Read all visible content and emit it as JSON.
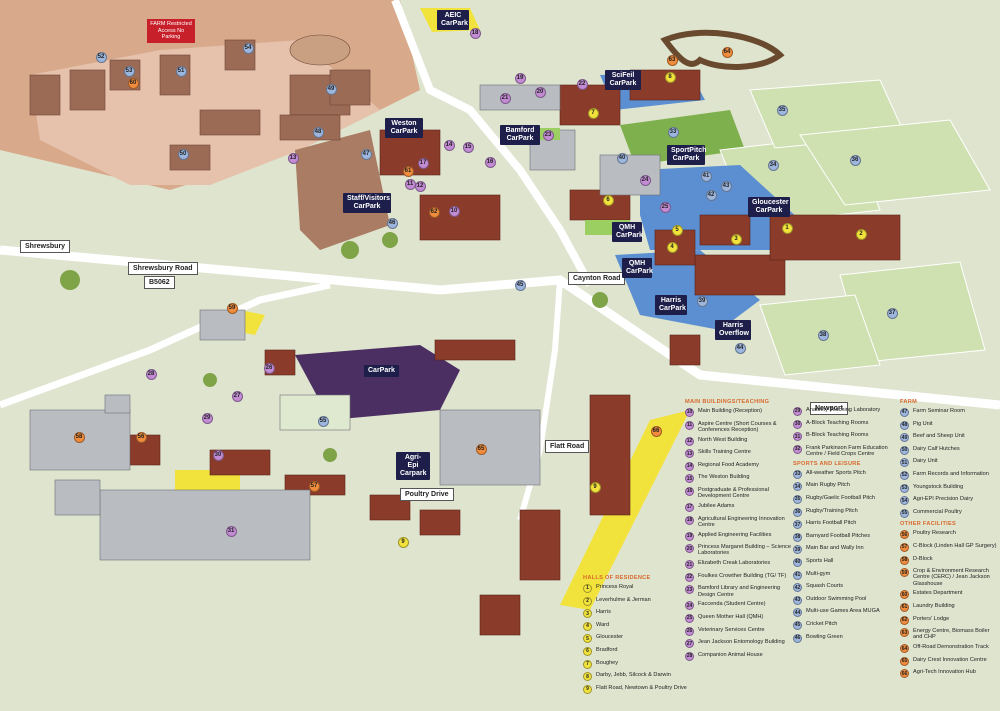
{
  "map": {
    "farm_sign": "FARM Restricted Access No Parking",
    "road_labels": {
      "shrewsbury": "Shrewsbury",
      "shrewsbury_road": "Shrewsbury Road",
      "b5062": "B5062",
      "caynton_road": "Caynton Road",
      "newport": "Newport",
      "flatt_road": "Flatt Road",
      "poultry_drive": "Poultry Drive"
    },
    "carparks": {
      "aeic": "AEIC CarPark",
      "scifeil": "SciFeil CarPark",
      "weston": "Weston CarPark",
      "bamford": "Bamford CarPark",
      "staff_visitors": "Staff/Visitors CarPark",
      "sportpitch": "SportPitch CarPark",
      "gloucester": "Gloucester CarPark",
      "qmh1": "QMH CarPark",
      "qmh2": "QMH CarPark",
      "harris": "Harris CarPark",
      "harris_overflow": "Harris Overflow",
      "carpark": "CarPark",
      "agri_epi": "Agri-Epi Carpark"
    },
    "markers": [
      {
        "n": "18",
        "c": "purple"
      },
      {
        "n": "19",
        "c": "purple"
      },
      {
        "n": "20",
        "c": "purple"
      },
      {
        "n": "21",
        "c": "purple"
      },
      {
        "n": "22",
        "c": "purple"
      },
      {
        "n": "7",
        "c": "yellow"
      },
      {
        "n": "8",
        "c": "yellow"
      },
      {
        "n": "63",
        "c": "orange"
      },
      {
        "n": "64",
        "c": "orange"
      },
      {
        "n": "52",
        "c": "blue"
      },
      {
        "n": "53",
        "c": "blue"
      },
      {
        "n": "51",
        "c": "blue"
      },
      {
        "n": "54",
        "c": "blue"
      },
      {
        "n": "49",
        "c": "blue"
      },
      {
        "n": "48",
        "c": "blue"
      },
      {
        "n": "50",
        "c": "blue"
      },
      {
        "n": "47",
        "c": "blue"
      },
      {
        "n": "60",
        "c": "orange"
      },
      {
        "n": "13",
        "c": "purple"
      },
      {
        "n": "14",
        "c": "purple"
      },
      {
        "n": "15",
        "c": "purple"
      },
      {
        "n": "16",
        "c": "purple"
      },
      {
        "n": "17",
        "c": "purple"
      },
      {
        "n": "12",
        "c": "purple"
      },
      {
        "n": "11",
        "c": "purple"
      },
      {
        "n": "10",
        "c": "purple"
      },
      {
        "n": "61",
        "c": "orange"
      },
      {
        "n": "62",
        "c": "orange"
      },
      {
        "n": "23",
        "c": "purple"
      },
      {
        "n": "40",
        "c": "blue"
      },
      {
        "n": "24",
        "c": "purple"
      },
      {
        "n": "25",
        "c": "purple"
      },
      {
        "n": "41",
        "c": "blue"
      },
      {
        "n": "42",
        "c": "blue"
      },
      {
        "n": "43",
        "c": "blue"
      },
      {
        "n": "6",
        "c": "yellow"
      },
      {
        "n": "5",
        "c": "yellow"
      },
      {
        "n": "4",
        "c": "yellow"
      },
      {
        "n": "3",
        "c": "yellow"
      },
      {
        "n": "1",
        "c": "yellow"
      },
      {
        "n": "2",
        "c": "yellow"
      },
      {
        "n": "33",
        "c": "blue"
      },
      {
        "n": "34",
        "c": "blue"
      },
      {
        "n": "35",
        "c": "blue"
      },
      {
        "n": "36",
        "c": "blue"
      },
      {
        "n": "37",
        "c": "blue"
      },
      {
        "n": "38",
        "c": "blue"
      },
      {
        "n": "39",
        "c": "blue"
      },
      {
        "n": "44",
        "c": "blue"
      },
      {
        "n": "45",
        "c": "blue"
      },
      {
        "n": "46",
        "c": "blue"
      },
      {
        "n": "59",
        "c": "orange"
      },
      {
        "n": "26",
        "c": "purple"
      },
      {
        "n": "28",
        "c": "purple"
      },
      {
        "n": "27",
        "c": "purple"
      },
      {
        "n": "29",
        "c": "purple"
      },
      {
        "n": "58",
        "c": "orange"
      },
      {
        "n": "56",
        "c": "orange"
      },
      {
        "n": "30",
        "c": "purple"
      },
      {
        "n": "57",
        "c": "orange"
      },
      {
        "n": "31",
        "c": "purple"
      },
      {
        "n": "55",
        "c": "blue"
      },
      {
        "n": "65",
        "c": "orange"
      },
      {
        "n": "66",
        "c": "orange"
      },
      {
        "n": "9",
        "c": "yellow"
      },
      {
        "n": "9",
        "c": "yellow"
      },
      {
        "n": "9",
        "c": "yellow"
      }
    ]
  },
  "legend": {
    "halls_title": "HALLS OF RESIDENCE",
    "halls": [
      {
        "n": "1",
        "t": "Princess Royal"
      },
      {
        "n": "2",
        "t": "Leverhulme & Jerman"
      },
      {
        "n": "3",
        "t": "Harris"
      },
      {
        "n": "4",
        "t": "Ward"
      },
      {
        "n": "5",
        "t": "Gloucester"
      },
      {
        "n": "6",
        "t": "Bradford"
      },
      {
        "n": "7",
        "t": "Boughey"
      },
      {
        "n": "8",
        "t": "Darby, Jebb, Silcock & Darwin"
      },
      {
        "n": "9",
        "t": "Flatt Road, Newtown & Poultry Drive"
      }
    ],
    "main_title": "MAIN BUILDINGS/TEACHING",
    "main": [
      {
        "n": "10",
        "t": "Main Building (Reception)"
      },
      {
        "n": "11",
        "t": "Aspire Centre (Short Courses & Conferences Reception)"
      },
      {
        "n": "12",
        "t": "North West Building"
      },
      {
        "n": "13",
        "t": "Skills Training Centre"
      },
      {
        "n": "14",
        "t": "Regional Food Academy"
      },
      {
        "n": "15",
        "t": "The Weston Building"
      },
      {
        "n": "16",
        "t": "Postgraduate & Professional Development Centre"
      },
      {
        "n": "17",
        "t": "Jubilee Adams"
      },
      {
        "n": "18",
        "t": "Agricultural Engineering Innovation Centre"
      },
      {
        "n": "19",
        "t": "Applied Engineering Facilities"
      },
      {
        "n": "20",
        "t": "Princess Margaret Building – Science Laboratories"
      },
      {
        "n": "21",
        "t": "Elizabeth Creak Laboratories"
      },
      {
        "n": "22",
        "t": "Foulkes Crowther Building (TG/ TF)"
      },
      {
        "n": "23",
        "t": "Bamford Library and Engineering Design Centre"
      },
      {
        "n": "24",
        "t": "Faccenda (Student Centre)"
      },
      {
        "n": "25",
        "t": "Queen Mother Hall (QMH)"
      },
      {
        "n": "26",
        "t": "Veterinary Services Centre"
      },
      {
        "n": "27",
        "t": "Jean Jackson Entomology Building"
      },
      {
        "n": "28",
        "t": "Companion Animal House"
      }
    ],
    "main2": [
      {
        "n": "29",
        "t": "Anatomy Teaching Laboratory"
      },
      {
        "n": "30",
        "t": "A-Block Teaching Rooms"
      },
      {
        "n": "31",
        "t": "B-Block Teaching Rooms"
      },
      {
        "n": "32",
        "t": "Frank Parkinson Farm Education Centre / Field Crops Centre"
      }
    ],
    "sports_title": "SPORTS AND LEISURE",
    "sports": [
      {
        "n": "33",
        "t": "All-weather Sports Pitch"
      },
      {
        "n": "34",
        "t": "Main Rugby Pitch"
      },
      {
        "n": "35",
        "t": "Rugby/Gaelic Football Pitch"
      },
      {
        "n": "36",
        "t": "Rugby/Training Pitch"
      },
      {
        "n": "37",
        "t": "Harris Football Pitch"
      },
      {
        "n": "38",
        "t": "Barnyard Football Pitches"
      },
      {
        "n": "39",
        "t": "Main Bar and Wally Inn"
      },
      {
        "n": "40",
        "t": "Sports Hall"
      },
      {
        "n": "41",
        "t": "Multi-gym"
      },
      {
        "n": "42",
        "t": "Squash Courts"
      },
      {
        "n": "43",
        "t": "Outdoor Swimming Pool"
      },
      {
        "n": "44",
        "t": "Multi-use Games Area MUGA"
      },
      {
        "n": "45",
        "t": "Cricket Pitch"
      },
      {
        "n": "46",
        "t": "Bowling Green"
      }
    ],
    "farm_title": "FARM",
    "farm": [
      {
        "n": "47",
        "t": "Farm Seminar Room"
      },
      {
        "n": "48",
        "t": "Pig Unit"
      },
      {
        "n": "49",
        "t": "Beef and Sheep Unit"
      },
      {
        "n": "50",
        "t": "Dairy Calf Hutches"
      },
      {
        "n": "51",
        "t": "Dairy Unit"
      },
      {
        "n": "52",
        "t": "Farm Records and Information"
      },
      {
        "n": "53",
        "t": "Youngstock Building"
      },
      {
        "n": "54",
        "t": "Agri-EPI Precision Dairy"
      },
      {
        "n": "55",
        "t": "Commercial Poultry"
      }
    ],
    "other_title": "OTHER FACILITIES",
    "other": [
      {
        "n": "56",
        "t": "Poultry Research"
      },
      {
        "n": "57",
        "t": "C-Block (Linden Hall GP Surgery)"
      },
      {
        "n": "58",
        "t": "D-Block"
      },
      {
        "n": "59",
        "t": "Crop & Environment Research Centre (CERC) / Jean Jackson Glasshouse"
      },
      {
        "n": "60",
        "t": "Estates Department"
      },
      {
        "n": "61",
        "t": "Laundry Building"
      },
      {
        "n": "62",
        "t": "Porters' Lodge"
      },
      {
        "n": "63",
        "t": "Energy Centre, Biomass Boiler and CHP"
      },
      {
        "n": "64",
        "t": "Off-Road Demonstration Track"
      },
      {
        "n": "65",
        "t": "Dairy Crest Innovation Centre"
      },
      {
        "n": "66",
        "t": "Agri-Tech Innovation Hub"
      }
    ]
  }
}
